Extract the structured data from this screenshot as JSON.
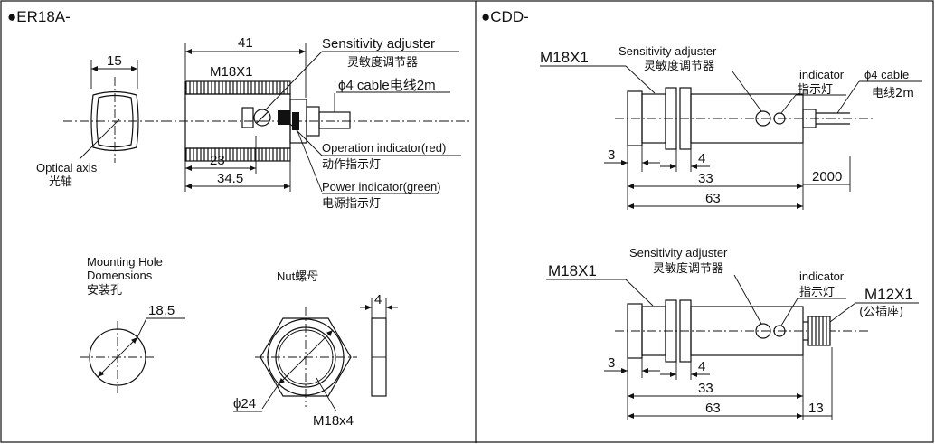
{
  "left_panel": {
    "title": "●ER18A-",
    "dims": {
      "d41": "41",
      "d15": "15",
      "d23": "23",
      "d345": "34.5"
    },
    "thread": "M18X1",
    "sens_en": "Sensitivity adjuster",
    "sens_cn": "灵敏度调节器",
    "cable": "ϕ4 cable电线2m",
    "op_en": "Operation indicator(red)",
    "op_cn": "动作指示灯",
    "pw_en": "Power indicator(green)",
    "pw_cn": "电源指示灯",
    "axis_en": "Optical axis",
    "axis_cn": "光轴",
    "mount_1": "Mounting Hole",
    "mount_2": "Domensions",
    "mount_cn": "安装孔",
    "mount_dia": "18.5",
    "nut_label": "Nut螺母",
    "nut_thick": "4",
    "nut_dia": "ϕ24",
    "nut_thread": "M18x4"
  },
  "right_top": {
    "title": "●CDD-",
    "thread": "M18X1",
    "sens_en": "Sensitivity adjuster",
    "sens_cn": "灵敏度调节器",
    "ind_en": "indicator",
    "ind_cn": "指示灯",
    "cable_en": "ϕ4 cable",
    "cable_cn": "电线2m",
    "d3": "3",
    "d4": "4",
    "d33": "33",
    "d63": "63",
    "d2000": "2000"
  },
  "right_bottom": {
    "thread": "M18X1",
    "sens_en": "Sensitivity adjuster",
    "sens_cn": "灵敏度调节器",
    "ind_en": "indicator",
    "ind_cn": "指示灯",
    "conn": "M12X1",
    "conn_cn": "(公插座)",
    "d3": "3",
    "d4": "4",
    "d33": "33",
    "d63": "63",
    "d13": "13"
  }
}
